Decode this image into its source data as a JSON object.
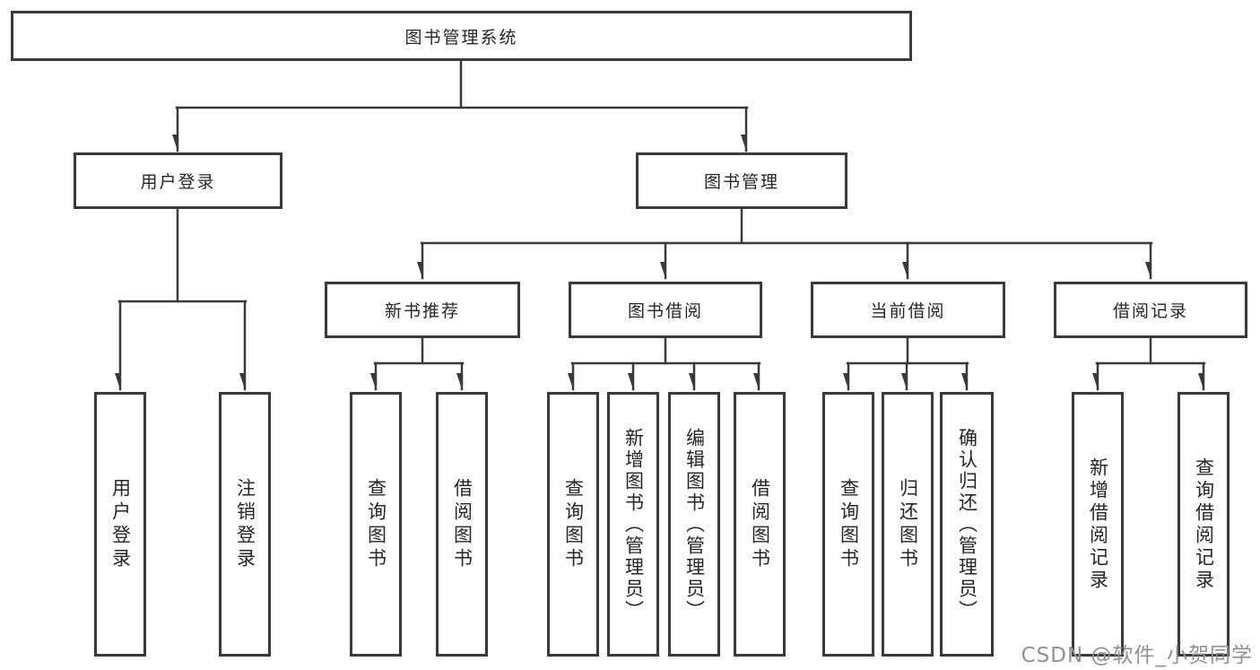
{
  "diagram": {
    "root": {
      "label": "图书管理系统"
    },
    "branches": [
      {
        "label": "用户登录",
        "children": [
          {
            "label": "用户登录"
          },
          {
            "label": "注销登录"
          }
        ]
      },
      {
        "label": "图书管理",
        "sections": [
          {
            "label": "新书推荐",
            "children": [
              {
                "label": "查询图书"
              },
              {
                "label": "借阅图书"
              }
            ]
          },
          {
            "label": "图书借阅",
            "children": [
              {
                "label": "查询图书"
              },
              {
                "label": "新增图书（管理员）"
              },
              {
                "label": "编辑图书（管理员）"
              },
              {
                "label": "借阅图书"
              }
            ]
          },
          {
            "label": "当前借阅",
            "children": [
              {
                "label": "查询图书"
              },
              {
                "label": "归还图书"
              },
              {
                "label": "确认归还（管理员）"
              }
            ]
          },
          {
            "label": "借阅记录",
            "children": [
              {
                "label": "新增借阅记录"
              },
              {
                "label": "查询借阅记录"
              }
            ]
          }
        ]
      }
    ]
  },
  "watermark": {
    "text": "CSDN @软件_小贺同学",
    "color": "#919191"
  },
  "colors": {
    "line": "#3a3a3a",
    "border": "#3a3a3a",
    "text": "#262626",
    "background": "#ffffff"
  }
}
